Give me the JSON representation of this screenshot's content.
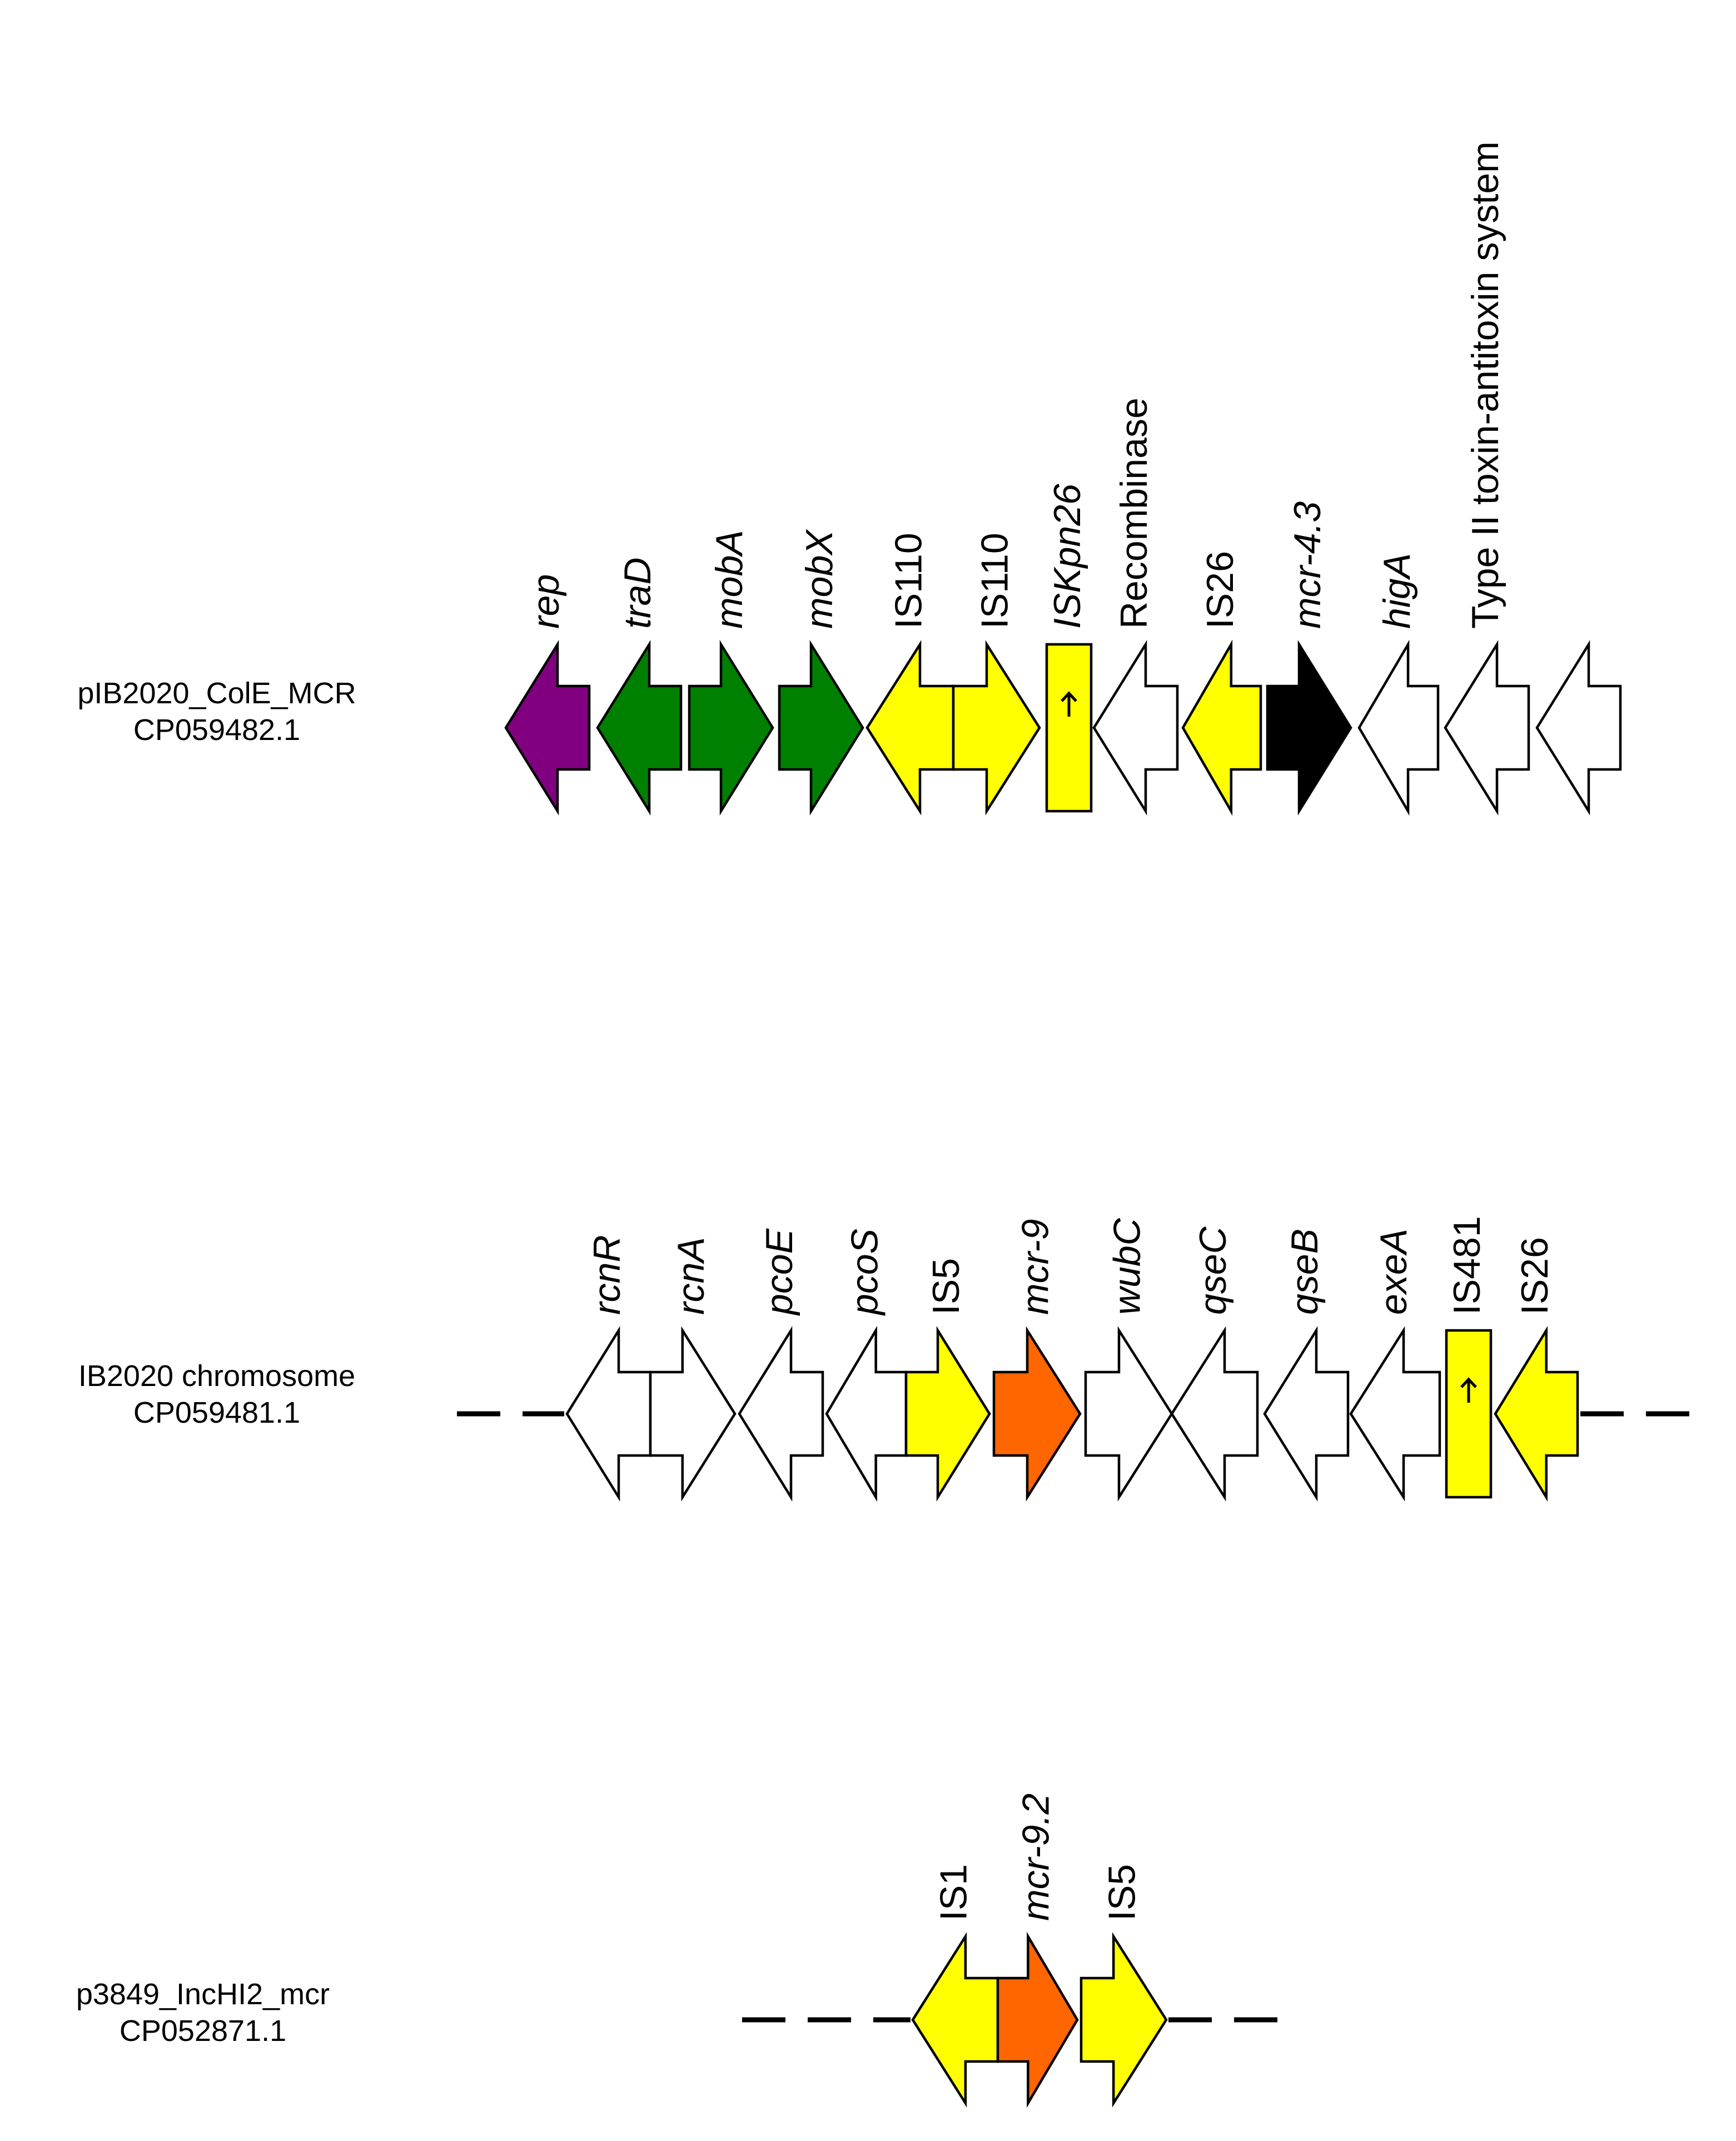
{
  "colors": {
    "rep": "#800080",
    "transfer": "#008000",
    "insertion_sequence": "#FFFF00",
    "mcr_4": "#000000",
    "mcr_9": "#FF6600",
    "other": "#FFFFFF",
    "outline": "#000000"
  },
  "tracks": [
    {
      "id": "plasmid-colE",
      "name": "pIB2020_ColE_MCR",
      "accession": "CP059482.1",
      "backbone": "none",
      "genes": [
        {
          "label": "rep",
          "italic": true,
          "strand": "reverse",
          "type": "rep"
        },
        {
          "label": "traD",
          "italic": true,
          "strand": "reverse",
          "type": "transfer"
        },
        {
          "label": "mobA",
          "italic": true,
          "strand": "forward",
          "type": "transfer"
        },
        {
          "label": "mobX",
          "italic": true,
          "strand": "forward",
          "type": "transfer"
        },
        {
          "label": "IS110",
          "italic": false,
          "strand": "reverse",
          "type": "insertion_sequence"
        },
        {
          "label": "IS110",
          "italic": false,
          "strand": "forward",
          "type": "insertion_sequence"
        },
        {
          "label": "ISKpn26",
          "italic": true,
          "strand": "box-reverse",
          "type": "insertion_sequence"
        },
        {
          "label": "Recombinase",
          "italic": false,
          "strand": "reverse",
          "type": "other"
        },
        {
          "label": "IS26",
          "italic": false,
          "strand": "reverse",
          "type": "insertion_sequence"
        },
        {
          "label": "mcr-4.3",
          "italic": true,
          "strand": "forward",
          "type": "mcr_4"
        },
        {
          "label": "higA",
          "italic": true,
          "strand": "reverse",
          "type": "other"
        },
        {
          "label": "Type II toxin-antitoxin system",
          "italic": false,
          "strand": "reverse",
          "type": "other"
        },
        {
          "label": "",
          "italic": false,
          "strand": "reverse",
          "type": "other"
        }
      ]
    },
    {
      "id": "chromosome",
      "name": "IB2020 chromosome",
      "accession": "CP059481.1",
      "backbone": "dashed",
      "genes": [
        {
          "label": "rcnR",
          "italic": true,
          "strand": "reverse",
          "type": "other"
        },
        {
          "label": "rcnA",
          "italic": true,
          "strand": "forward",
          "type": "other"
        },
        {
          "label": "pcoE",
          "italic": true,
          "strand": "reverse",
          "type": "other"
        },
        {
          "label": "pcoS",
          "italic": true,
          "strand": "reverse",
          "type": "other"
        },
        {
          "label": "IS5",
          "italic": false,
          "strand": "forward",
          "type": "insertion_sequence"
        },
        {
          "label": "mcr-9",
          "italic": true,
          "strand": "forward",
          "type": "mcr_9"
        },
        {
          "label": "wubC",
          "italic": true,
          "strand": "forward",
          "type": "other"
        },
        {
          "label": "qseC",
          "italic": true,
          "strand": "reverse",
          "type": "other"
        },
        {
          "label": "qseB",
          "italic": true,
          "strand": "reverse",
          "type": "other"
        },
        {
          "label": "exeA",
          "italic": true,
          "strand": "reverse",
          "type": "other"
        },
        {
          "label": "IS481",
          "italic": false,
          "strand": "box-reverse",
          "type": "insertion_sequence"
        },
        {
          "label": "IS26",
          "italic": false,
          "strand": "reverse",
          "type": "insertion_sequence"
        }
      ]
    },
    {
      "id": "plasmid-inchi2",
      "name": "p3849_IncHI2_mcr",
      "accession": "CP052871.1",
      "backbone": "dashed",
      "genes": [
        {
          "label": "IS1",
          "italic": false,
          "strand": "reverse",
          "type": "insertion_sequence"
        },
        {
          "label": "mcr-9.2",
          "italic": true,
          "strand": "forward",
          "type": "mcr_9"
        },
        {
          "label": "IS5",
          "italic": false,
          "strand": "forward",
          "type": "insertion_sequence"
        }
      ]
    }
  ]
}
